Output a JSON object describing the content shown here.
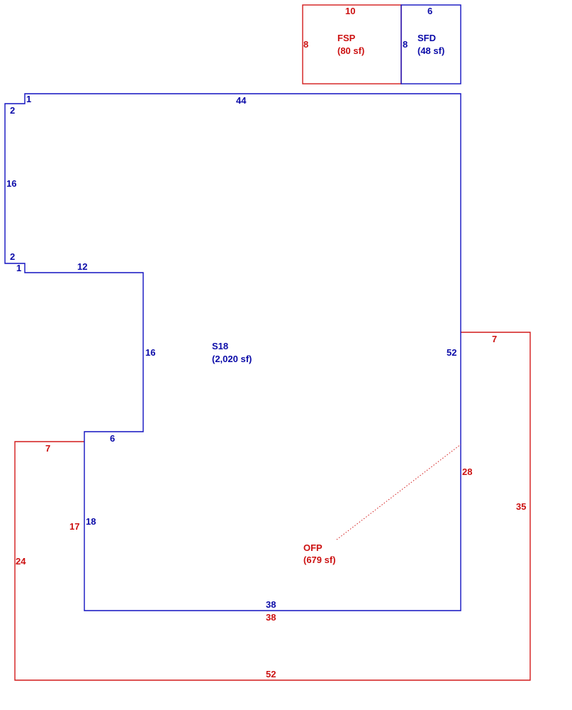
{
  "colors": {
    "main": "#1010c0",
    "porch": "#d21a1a"
  },
  "areas": {
    "fsp": {
      "name": "FSP",
      "size": "(80 sf)"
    },
    "sfd": {
      "name": "SFD",
      "size": "(48 sf)"
    },
    "s18": {
      "name": "S18",
      "size": "(2,020 sf)"
    },
    "ofp": {
      "name": "OFP",
      "size": "(679 sf)"
    }
  },
  "dimensions": {
    "fsp_top": "10",
    "fsp_left": "8",
    "sfd_top": "6",
    "sfd_left": "8",
    "s18_top": "44",
    "s18_notch_top": "1",
    "s18_notch_side_top": "2",
    "s18_left": "16",
    "s18_notch_side_bottom": "2",
    "s18_notch_bottom": "1",
    "s18_mid_top": "12",
    "s18_mid_side": "16",
    "s18_step": "6",
    "s18_lower_left": "18",
    "s18_bottom": "38",
    "s18_right": "52",
    "ofp_right_top": "7",
    "ofp_right_side": "35",
    "ofp_inner_right": "28",
    "ofp_left_top": "7",
    "ofp_left_side": "24",
    "ofp_inner_left": "17",
    "ofp_inner_bottom": "38",
    "ofp_bottom": "52"
  }
}
